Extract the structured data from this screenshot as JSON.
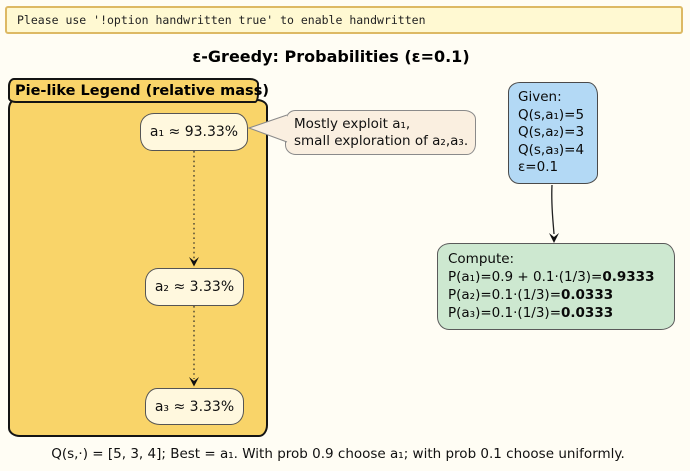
{
  "banner": {
    "text": "Please use '!option handwritten true' to enable handwritten"
  },
  "title": "ε-Greedy: Probabilities (ε=0.1)",
  "legend": {
    "title": "Pie-like Legend (relative mass)",
    "nodes": [
      {
        "id": "a1",
        "label": "a₁ ≈ 93.33%"
      },
      {
        "id": "a2",
        "label": "a₂ ≈ 3.33%"
      },
      {
        "id": "a3",
        "label": "a₃ ≈ 3.33%"
      }
    ]
  },
  "bubble": {
    "line1": "Mostly exploit a₁,",
    "line2": "small exploration of a₂,a₃."
  },
  "given": {
    "title": "Given:",
    "lines": [
      "Q(s,a₁)=5",
      "Q(s,a₂)=3",
      "Q(s,a₃)=4",
      "ε=0.1"
    ]
  },
  "compute": {
    "title": "Compute:",
    "rows": [
      {
        "prefix": "P(a₁)=0.9 + 0.1·(1/3)=",
        "result": "0.9333"
      },
      {
        "prefix": "P(a₂)=0.1·(1/3)=",
        "result": "0.0333"
      },
      {
        "prefix": "P(a₃)=0.1·(1/3)=",
        "result": "0.0333"
      }
    ]
  },
  "caption": "Q(s,·) = [5, 3, 4]; Best = a₁. With prob 0.9 choose a₁; with prob 0.1 choose uniformly.",
  "colors": {
    "page-bg": "#FFFDF4",
    "banner-bg": "#FFF9D2",
    "banner-border": "#DDB964",
    "gold": "#F9D469",
    "node-bg": "#FFF8DE",
    "bubble-bg": "#FAEFE0",
    "given-bg": "#B3D9F5",
    "compute-bg": "#CDE8D0"
  }
}
